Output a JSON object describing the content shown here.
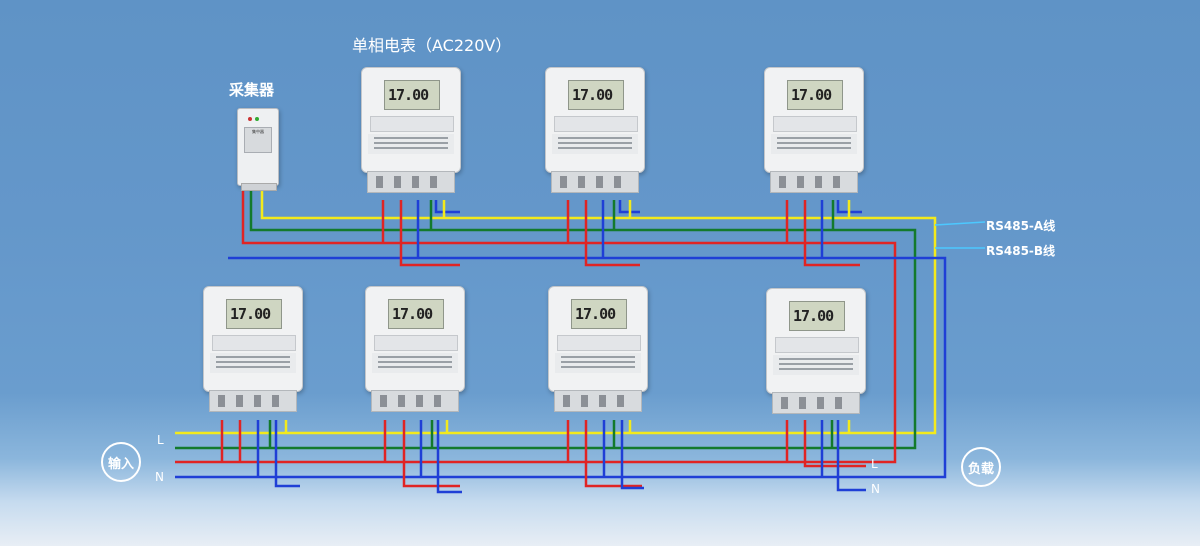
{
  "title": "单相电表（AC220V）",
  "collector": {
    "label": "采集器",
    "panel_text": "集中器"
  },
  "rs485": {
    "a_label": "RS485-A线",
    "b_label": "RS485-B线"
  },
  "input": {
    "label": "输入",
    "line_l": "L",
    "line_n": "N"
  },
  "load": {
    "label": "负载",
    "line_l": "L",
    "line_n": "N"
  },
  "meters": {
    "reading": "17.00",
    "count": 7
  },
  "colors": {
    "live": "#e02424",
    "neutral": "#1f3fd6",
    "rs485_a": "#f3ea1c",
    "rs485_b": "#137a2c",
    "input_a": "#3bd16f"
  }
}
